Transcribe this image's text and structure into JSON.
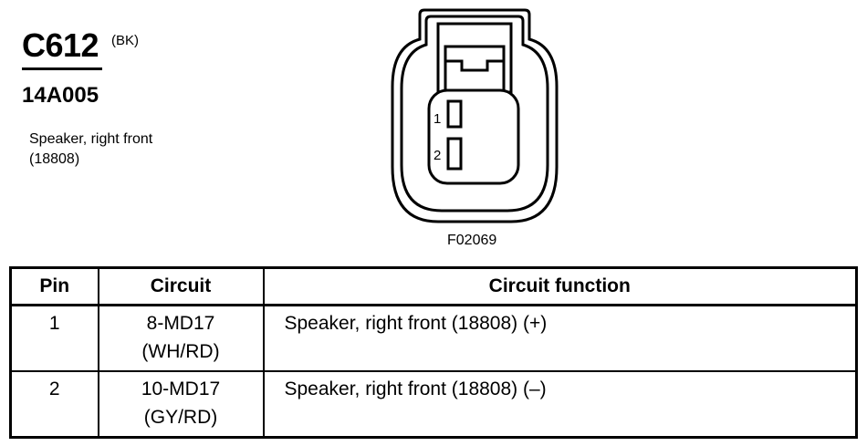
{
  "connector": {
    "id": "C612",
    "color_code": "(BK)",
    "part_number": "14A005",
    "description_line1": "Speaker, right front",
    "description_line2": "(18808)",
    "figure_code": "F02069",
    "pin_labels": [
      "1",
      "2"
    ]
  },
  "table": {
    "headers": {
      "pin": "Pin",
      "circuit": "Circuit",
      "function": "Circuit function"
    },
    "rows": [
      {
        "pin": "1",
        "circuit_line1": "8-MD17",
        "circuit_line2": "(WH/RD)",
        "function": "Speaker, right front (18808) (+)"
      },
      {
        "pin": "2",
        "circuit_line1": "10-MD17",
        "circuit_line2": "(GY/RD)",
        "function": "Speaker, right front (18808) (–)"
      }
    ]
  }
}
